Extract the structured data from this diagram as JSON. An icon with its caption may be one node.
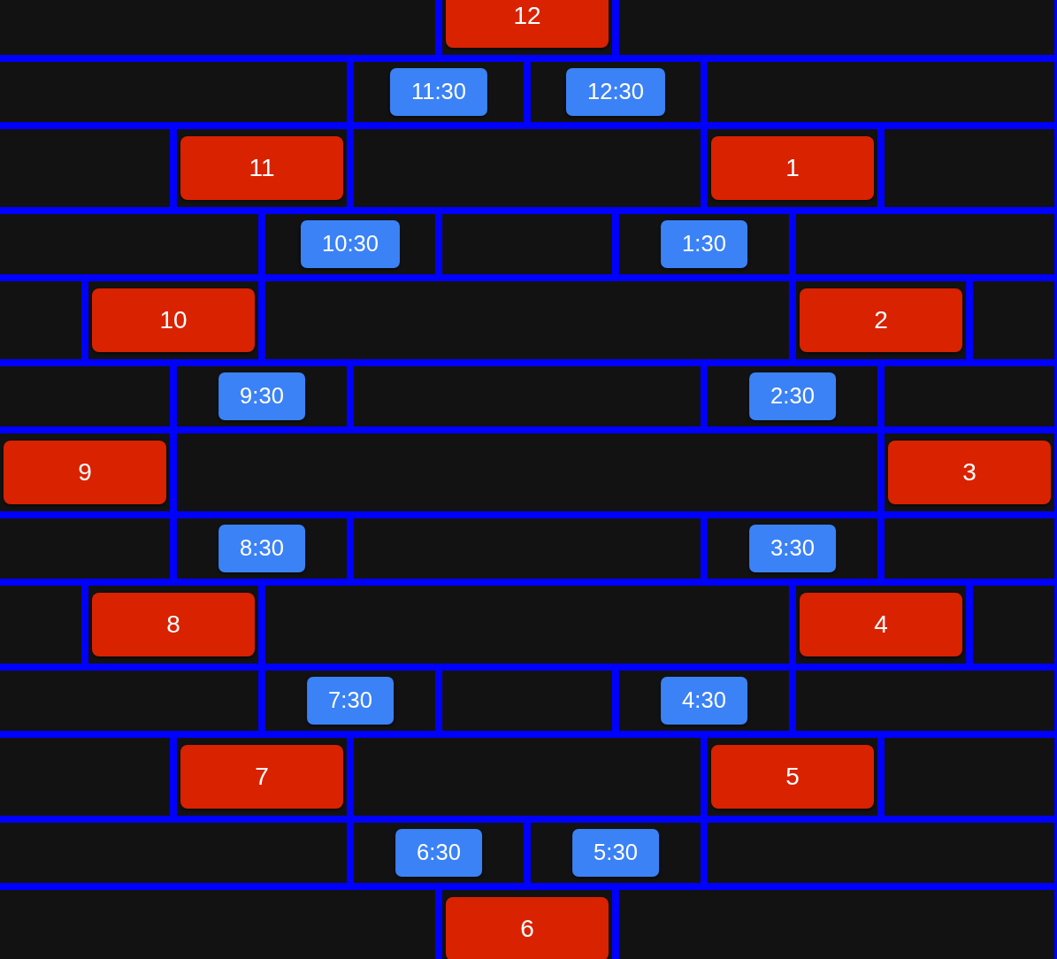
{
  "diagram": {
    "nodes": [
      {
        "text": [
          "12"
        ]
      },
      {
        "text": [
          "11:30"
        ]
      },
      {
        "text": [
          "12:30"
        ]
      },
      {
        "text": [
          "11"
        ]
      },
      {
        "text": [
          "1"
        ]
      },
      {
        "text": [
          "10:30"
        ]
      },
      {
        "text": [
          "1:30"
        ]
      },
      {
        "text": [
          "10"
        ]
      },
      {
        "text": [
          "2"
        ]
      },
      {
        "text": [
          "9:30"
        ]
      },
      {
        "text": [
          "2:30"
        ]
      },
      {
        "text": [
          "9"
        ]
      },
      {
        "text": [
          "3"
        ]
      },
      {
        "text": [
          "8:30"
        ]
      },
      {
        "text": [
          "3:30"
        ]
      },
      {
        "text": [
          "8"
        ]
      },
      {
        "text": [
          "4"
        ]
      },
      {
        "text": [
          "7:30"
        ]
      },
      {
        "text": [
          "4:30"
        ]
      },
      {
        "text": [
          "7"
        ]
      },
      {
        "text": [
          "5"
        ]
      },
      {
        "text": [
          "6:30"
        ]
      },
      {
        "text": [
          "5:30"
        ]
      },
      {
        "text": [
          "6"
        ]
      }
    ]
  }
}
